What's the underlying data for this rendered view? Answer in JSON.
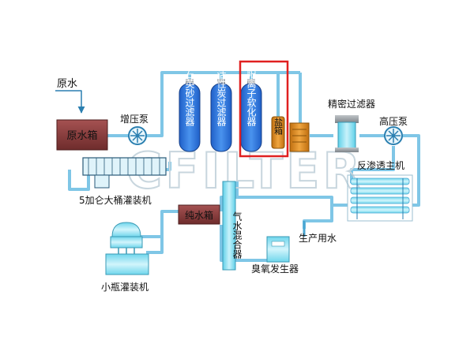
{
  "labels": {
    "raw_water": "原水",
    "raw_tank": "原水箱",
    "booster_pump": "增压泵",
    "quartz_filter": "石英砂过滤器",
    "carbon_filter": "活性炭过滤器",
    "softener": "阳离子软化器",
    "salt_tank": "盐箱",
    "precision_filter": "精密过滤器",
    "high_pressure_pump": "高压泵",
    "ro_host": "反渗透主机",
    "barrel_filler": "5加仑大桶灌装机",
    "pure_tank": "纯水箱",
    "gas_mixer": "气水混合器",
    "production_water": "生产用水",
    "ozone_generator": "臭氧发生器",
    "bottle_filler": "小瓶灌装机"
  },
  "watermark": "CFILTER",
  "colors": {
    "pipe": "#7fc6e6",
    "pipe_dark": "#4aa6d2",
    "tank_brown": "#8a3c3c",
    "highlight_red": "#e02020",
    "filter_blue": "#2a6fd6",
    "salt_orange": "#d98a1a"
  }
}
